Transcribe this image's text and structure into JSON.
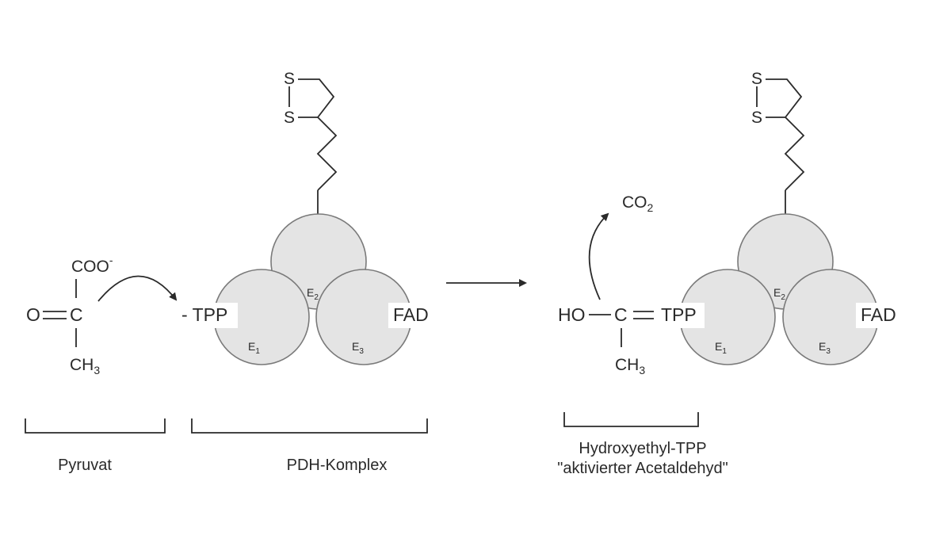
{
  "pyruvate": {
    "coo": "COO",
    "coo_charge": "-",
    "o": "O",
    "c": "C",
    "ch3_main": "CH",
    "ch3_sub": "3"
  },
  "complex_left": {
    "tpp": "- TPP",
    "fad": "FAD",
    "e1": "E",
    "e1_sub": "1",
    "e2": "E",
    "e2_sub": "2",
    "e3": "E",
    "e3_sub": "3",
    "s_top": "S",
    "s_bottom": "S"
  },
  "intermediate": {
    "co2_main": "CO",
    "co2_sub": "2",
    "ho": "HO",
    "c": "C",
    "tpp": "TPP",
    "ch3_main": "CH",
    "ch3_sub": "3"
  },
  "complex_right": {
    "fad": "FAD",
    "e1": "E",
    "e1_sub": "1",
    "e2": "E",
    "e2_sub": "2",
    "e3": "E",
    "e3_sub": "3",
    "s_top": "S",
    "s_bottom": "S"
  },
  "captions": {
    "pyruvat": "Pyruvat",
    "pdh_komplex": "PDH-Komplex",
    "hydroxyethyl_line1": "Hydroxyethyl-TPP",
    "hydroxyethyl_line2": "\"aktivierter Acetaldehyd\""
  }
}
